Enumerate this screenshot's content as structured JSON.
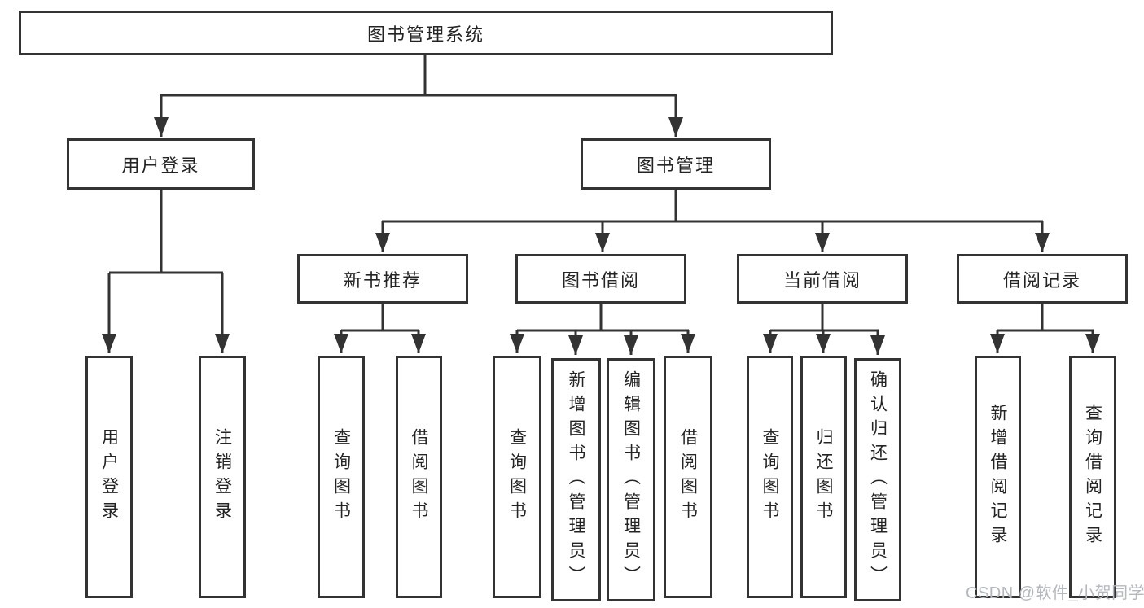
{
  "diagram": {
    "root": {
      "label": "图书管理系统"
    },
    "level2": [
      {
        "label": "用户登录",
        "children": [
          {
            "label": "用户登录"
          },
          {
            "label": "注销登录"
          }
        ]
      },
      {
        "label": "图书管理",
        "children": [
          {
            "label": "新书推荐",
            "children": [
              {
                "label": "查询图书"
              },
              {
                "label": "借阅图书"
              }
            ]
          },
          {
            "label": "图书借阅",
            "children": [
              {
                "label": "查询图书"
              },
              {
                "label": "新增图书（管理员）"
              },
              {
                "label": "编辑图书（管理员）"
              },
              {
                "label": "借阅图书"
              }
            ]
          },
          {
            "label": "当前借阅",
            "children": [
              {
                "label": "查询图书"
              },
              {
                "label": "归还图书"
              },
              {
                "label": "确认归还（管理员）"
              }
            ]
          },
          {
            "label": "借阅记录",
            "children": [
              {
                "label": "新增借阅记录"
              },
              {
                "label": "查询借阅记录"
              }
            ]
          }
        ]
      }
    ]
  },
  "watermark": "CSDN @软件_小贺同学",
  "colors": {
    "line": "#333333",
    "text": "#242424",
    "box_background": "#ffffff",
    "watermark": "#b3b7bf"
  }
}
